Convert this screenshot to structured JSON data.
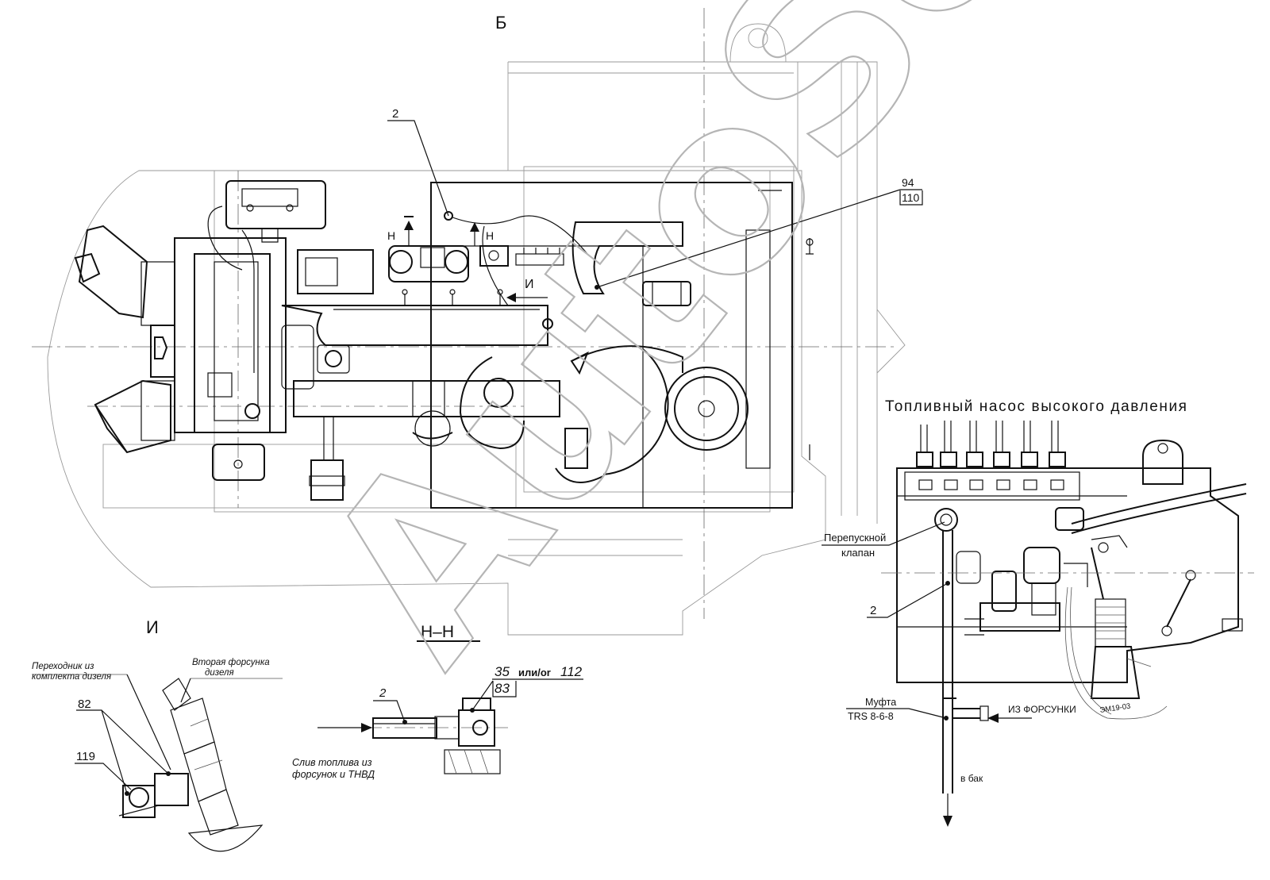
{
  "views": {
    "main_view": "Б",
    "view_i": "И",
    "section_hh": "Н–Н",
    "section_marker_left": "Н",
    "section_marker_right": "Н",
    "view_i_marker": "И"
  },
  "callouts": {
    "main_2": "2",
    "main_94": "94",
    "main_110": "110",
    "view_i_82": "82",
    "view_i_119": "119",
    "section_2": "2",
    "section_35": "35",
    "section_or": "или/or",
    "section_112": "112",
    "section_83": "83",
    "pump_2": "2"
  },
  "labels": {
    "adapter_line1": "Переходник из",
    "adapter_line2": "комплекта дизеля",
    "second_injector_line1": "Вторая форсунка",
    "second_injector_line2": "дизеля",
    "drain_line1": "Слив топлива из",
    "drain_line2": "форсунок и ТНВД",
    "pump_title": "Топливный насос высокого давления",
    "bypass_line1": "Перепускной",
    "bypass_line2": "клапан",
    "coupling_line1": "Муфта",
    "coupling_line2": "TRS 8-6-8",
    "from_injector": "ИЗ ФОРСУНКИ",
    "to_tank": "в бак",
    "solenoid_mark": "ЭМ19-03"
  },
  "watermark": "AutoSoft",
  "colors": {
    "line": "#111111",
    "watermark": "#b5b5b5"
  }
}
